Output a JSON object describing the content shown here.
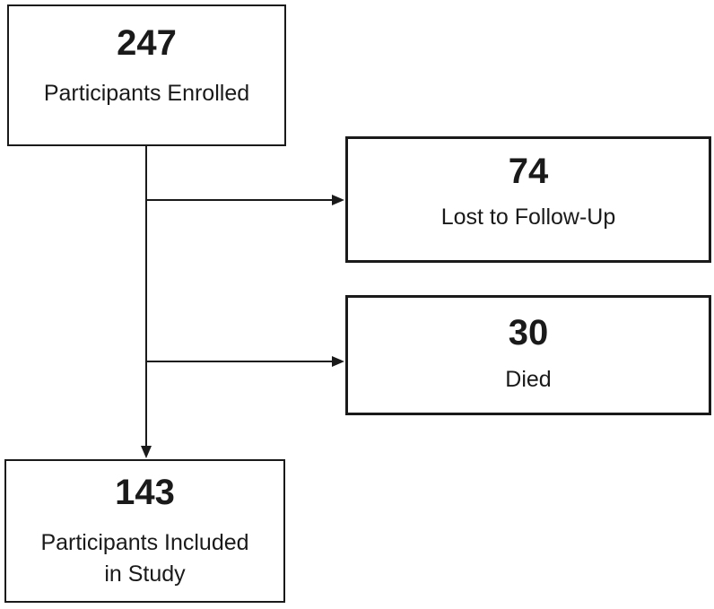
{
  "diagram": {
    "type": "flowchart",
    "nodes": {
      "enrolled": {
        "count": "247",
        "label": "Participants Enrolled"
      },
      "lost": {
        "count": "74",
        "label": "Lost to Follow-Up"
      },
      "died": {
        "count": "30",
        "label": "Died"
      },
      "included": {
        "count": "143",
        "label": "Participants Included in Study"
      }
    },
    "edges": [
      {
        "from": "enrolled",
        "to": "lost",
        "direction": "right"
      },
      {
        "from": "enrolled",
        "to": "died",
        "direction": "right"
      },
      {
        "from": "enrolled",
        "to": "included",
        "direction": "down"
      }
    ],
    "colors": {
      "border": "#1a1a1a",
      "text": "#1a1a1a",
      "background": "#ffffff"
    }
  }
}
